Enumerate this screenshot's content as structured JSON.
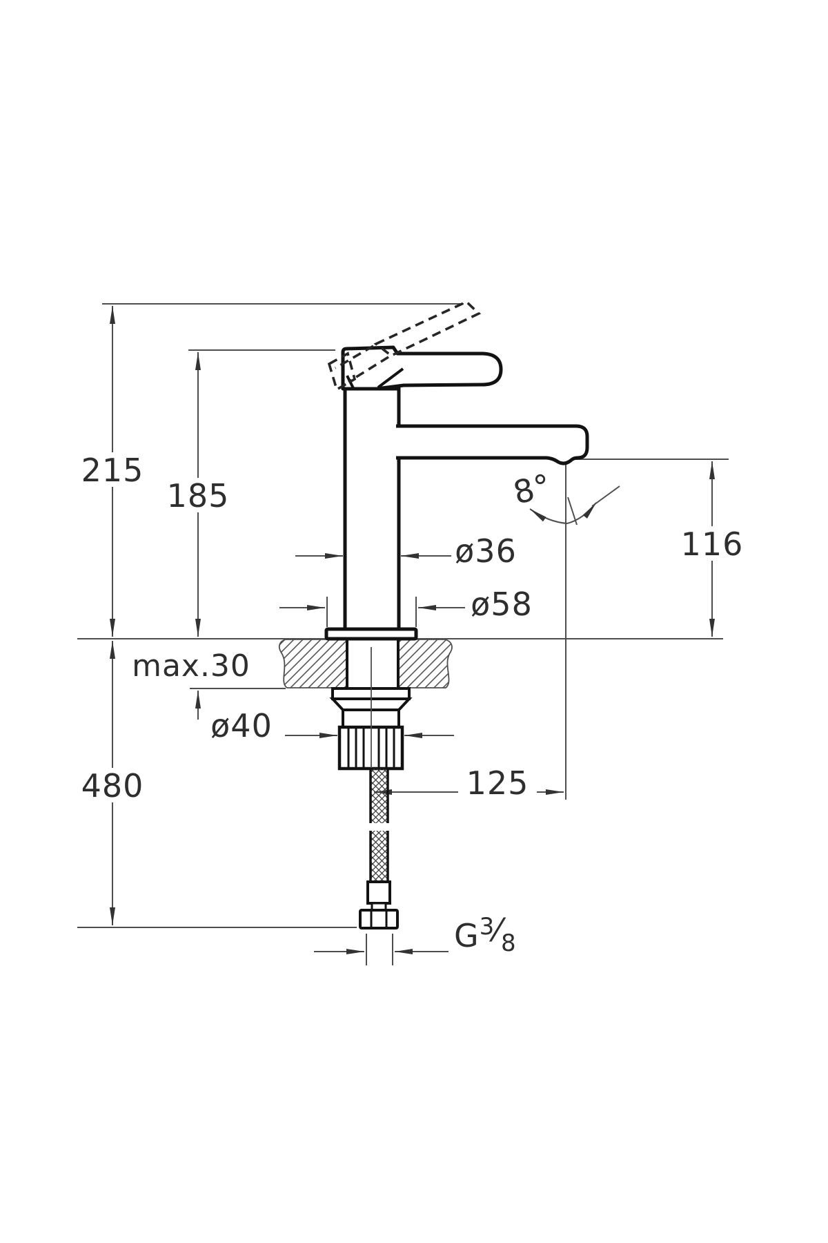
{
  "dims": {
    "total_height": "215",
    "handle_height": "185",
    "spout_height": "116",
    "depth_below": "480",
    "spout_reach": "125",
    "deck_max": "max.30",
    "dia_body": "ø36",
    "dia_base": "ø58",
    "dia_nut": "ø40",
    "spout_angle": "8°",
    "thread": {
      "prefix": "G",
      "numerator": "3",
      "slash": "⁄",
      "denominator": "8"
    }
  }
}
